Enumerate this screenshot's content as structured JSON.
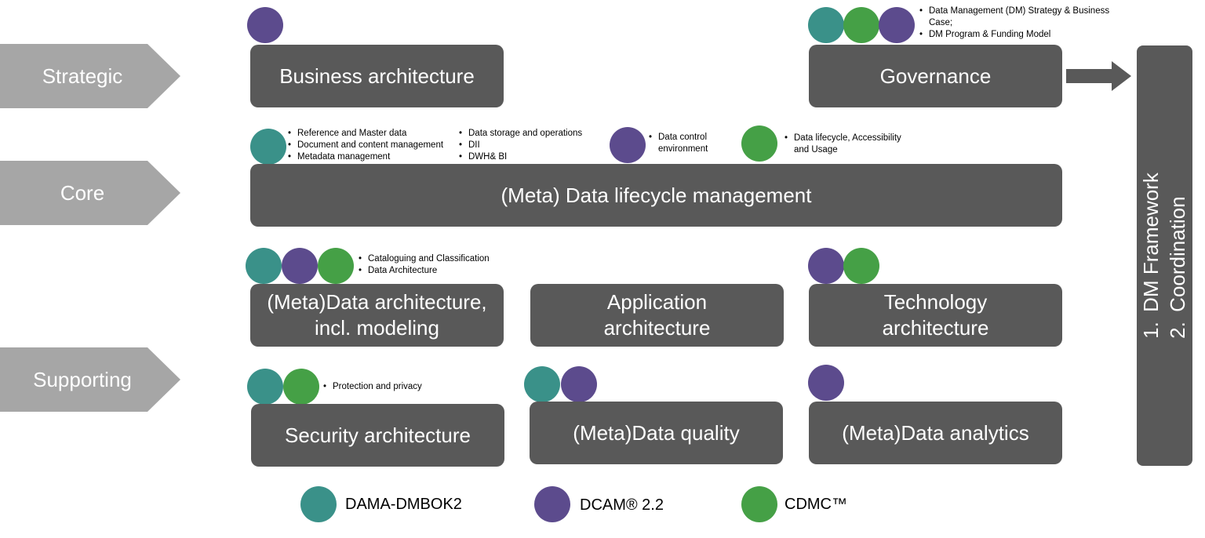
{
  "rows": {
    "strategic": "Strategic",
    "core": "Core",
    "supporting": "Supporting"
  },
  "boxes": {
    "business": "Business architecture",
    "governance": "Governance",
    "lifecycle": "(Meta) Data lifecycle management",
    "data_arch": "(Meta)Data architecture,\nincl. modeling",
    "app_arch": "Application\narchitecture",
    "tech_arch": "Technology\narchitecture",
    "security": "Security architecture",
    "quality": "(Meta)Data quality",
    "analytics": "(Meta)Data analytics"
  },
  "bullets": {
    "governance": [
      "Data Management (DM) Strategy & Business Case;",
      "DM Program & Funding Model"
    ],
    "lifecycle_dama_a": [
      "Reference and Master data",
      "Document and content management",
      "Metadata management"
    ],
    "lifecycle_dama_b": [
      "Data storage and operations",
      "DII",
      "DWH& BI"
    ],
    "lifecycle_dcam": [
      "Data control environment"
    ],
    "lifecycle_cdmc": [
      "Data lifecycle, Accessibility and Usage"
    ],
    "data_arch": [
      "Cataloguing and Classification",
      "Data Architecture"
    ],
    "security": [
      "Protection and privacy"
    ]
  },
  "sidebar": {
    "item1_num": "1.",
    "item1": "DM Framework",
    "item2_num": "2.",
    "item2": "Coordination"
  },
  "legend": {
    "dama": "DAMA-DMBOK2",
    "dcam": "DCAM® 2.2",
    "cdmc": "CDMC™"
  },
  "colors": {
    "dama": "#3a9189",
    "dcam": "#5c4b8d",
    "cdmc": "#45a046",
    "box": "#595959",
    "row_label": "#a6a6a6"
  }
}
